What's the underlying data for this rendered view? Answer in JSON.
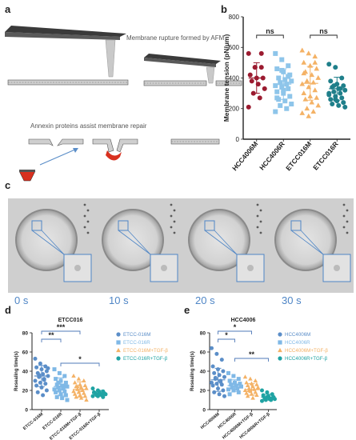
{
  "panels": {
    "a": {
      "letter": "a",
      "caption_top": "Membrane rupture formed by AFM",
      "caption_bottom": "Annexin proteins assist membrane repair"
    },
    "c": {
      "letter": "c",
      "timepoints": [
        "0 s",
        "10 s",
        "20 s",
        "30 s"
      ]
    }
  },
  "chart_data": [
    {
      "panel": "b",
      "type": "scatter",
      "ylabel": "Membrane tension (pN/μm)",
      "yticks": [
        0,
        200,
        400,
        600,
        800
      ],
      "ylim": [
        0,
        800
      ],
      "categories": [
        "HCC4006M",
        "HCC4006R",
        "ETCC016M",
        "ETCC016R"
      ],
      "colors": [
        "#9b1b30",
        "#8ec5ea",
        "#f4b266",
        "#1f7f8a"
      ],
      "markers": [
        "circle",
        "square",
        "triangle",
        "circle"
      ],
      "means": [
        400,
        360,
        365,
        330
      ],
      "sds": [
        100,
        100,
        110,
        75
      ],
      "series": [
        {
          "values": [
            560,
            470,
            470,
            420,
            400,
            400,
            380,
            360,
            330,
            300,
            270,
            210,
            470,
            560
          ]
        },
        {
          "values": [
            560,
            520,
            480,
            460,
            440,
            420,
            400,
            390,
            380,
            370,
            360,
            350,
            340,
            330,
            310,
            300,
            280,
            260,
            250,
            230,
            220,
            200,
            180,
            450,
            410,
            270,
            320
          ]
        },
        {
          "values": [
            580,
            560,
            540,
            500,
            480,
            460,
            440,
            420,
            400,
            380,
            370,
            360,
            340,
            320,
            300,
            280,
            270,
            260,
            240,
            220,
            200,
            180,
            170,
            150,
            500,
            430
          ]
        },
        {
          "values": [
            490,
            470,
            400,
            380,
            360,
            350,
            340,
            330,
            320,
            310,
            300,
            290,
            280,
            270,
            260,
            250,
            240,
            230,
            220,
            210,
            350,
            330,
            300,
            260
          ]
        }
      ],
      "annotations": [
        {
          "text": "ns",
          "pair": [
            0,
            1
          ]
        },
        {
          "text": "ns",
          "pair": [
            2,
            3
          ]
        }
      ]
    },
    {
      "panel": "d",
      "type": "scatter",
      "title": "ETCC016",
      "ylabel": "Resealing time(s)",
      "yticks": [
        0,
        20,
        40,
        60,
        80
      ],
      "ylim": [
        0,
        80
      ],
      "categories": [
        "ETCC-016M",
        "ETCC-016R",
        "ETCC-016M+TGF-β",
        "ETCC-016R+TGF-β"
      ],
      "legend": [
        "ETCC-016M",
        "ETCC-016R",
        "ETCC-016M+TGF-β",
        "ETCC-016R+TGF-β"
      ],
      "colors": [
        "#5b8ec8",
        "#7fb8e6",
        "#f4b266",
        "#1fa3a3"
      ],
      "markers": [
        "circle",
        "square",
        "triangle",
        "circle"
      ],
      "means": [
        35,
        24,
        21,
        17
      ],
      "sds": [
        11,
        9,
        8,
        3
      ],
      "series": [
        {
          "values": [
            53,
            48,
            45,
            44,
            42,
            40,
            38,
            37,
            35,
            34,
            32,
            30,
            28,
            27,
            25,
            23,
            20,
            18,
            15,
            43,
            36,
            31
          ]
        },
        {
          "values": [
            42,
            38,
            35,
            32,
            30,
            28,
            26,
            25,
            24,
            23,
            22,
            21,
            20,
            19,
            18,
            16,
            15,
            13,
            12,
            10,
            28,
            25
          ]
        },
        {
          "values": [
            35,
            32,
            30,
            28,
            26,
            25,
            24,
            23,
            22,
            21,
            20,
            19,
            18,
            17,
            16,
            15,
            14,
            13,
            12,
            10,
            24,
            20
          ]
        },
        {
          "values": [
            22,
            20,
            19,
            18,
            18,
            17,
            17,
            16,
            16,
            15,
            15,
            14,
            14,
            13,
            18,
            16
          ]
        }
      ],
      "annotations": [
        {
          "text": "***",
          "pair": [
            0,
            2
          ]
        },
        {
          "text": "**",
          "pair": [
            0,
            1
          ]
        },
        {
          "text": "*",
          "pair": [
            1,
            3
          ]
        }
      ]
    },
    {
      "panel": "e",
      "type": "scatter",
      "title": "HCC4006",
      "ylabel": "Resealing time(s)",
      "yticks": [
        0,
        20,
        40,
        60,
        80
      ],
      "ylim": [
        0,
        80
      ],
      "categories": [
        "HCC4006M",
        "HCC4006R",
        "HCC4006M+TGF-β",
        "HCC4006R+TGF-β"
      ],
      "legend": [
        "HCC4006M",
        "HCC4006R",
        "HCC4006M+TGF-β",
        "HCC4006R+TGF-β"
      ],
      "colors": [
        "#5b8ec8",
        "#7fb8e6",
        "#f4b266",
        "#1fa3a3"
      ],
      "markers": [
        "circle",
        "square",
        "triangle",
        "circle"
      ],
      "means": [
        31,
        25,
        21,
        13
      ],
      "sds": [
        12,
        6,
        6,
        3
      ],
      "series": [
        {
          "values": [
            64,
            58,
            52,
            45,
            42,
            40,
            38,
            36,
            34,
            32,
            30,
            28,
            27,
            26,
            25,
            22,
            20,
            18,
            16,
            14,
            33,
            29
          ]
        },
        {
          "values": [
            38,
            35,
            32,
            30,
            28,
            27,
            26,
            25,
            24,
            23,
            22,
            21,
            20,
            18,
            16,
            28
          ]
        },
        {
          "values": [
            34,
            32,
            30,
            28,
            27,
            26,
            25,
            24,
            23,
            22,
            21,
            20,
            19,
            18,
            17,
            16,
            15,
            14,
            12,
            22,
            20
          ]
        },
        {
          "values": [
            20,
            18,
            16,
            15,
            14,
            13,
            12,
            11,
            11,
            10,
            10,
            9,
            13,
            12
          ]
        }
      ],
      "annotations": [
        {
          "text": "*",
          "pair": [
            0,
            2
          ]
        },
        {
          "text": "*",
          "pair": [
            0,
            1
          ]
        },
        {
          "text": "**",
          "pair": [
            1,
            3
          ]
        }
      ]
    }
  ]
}
